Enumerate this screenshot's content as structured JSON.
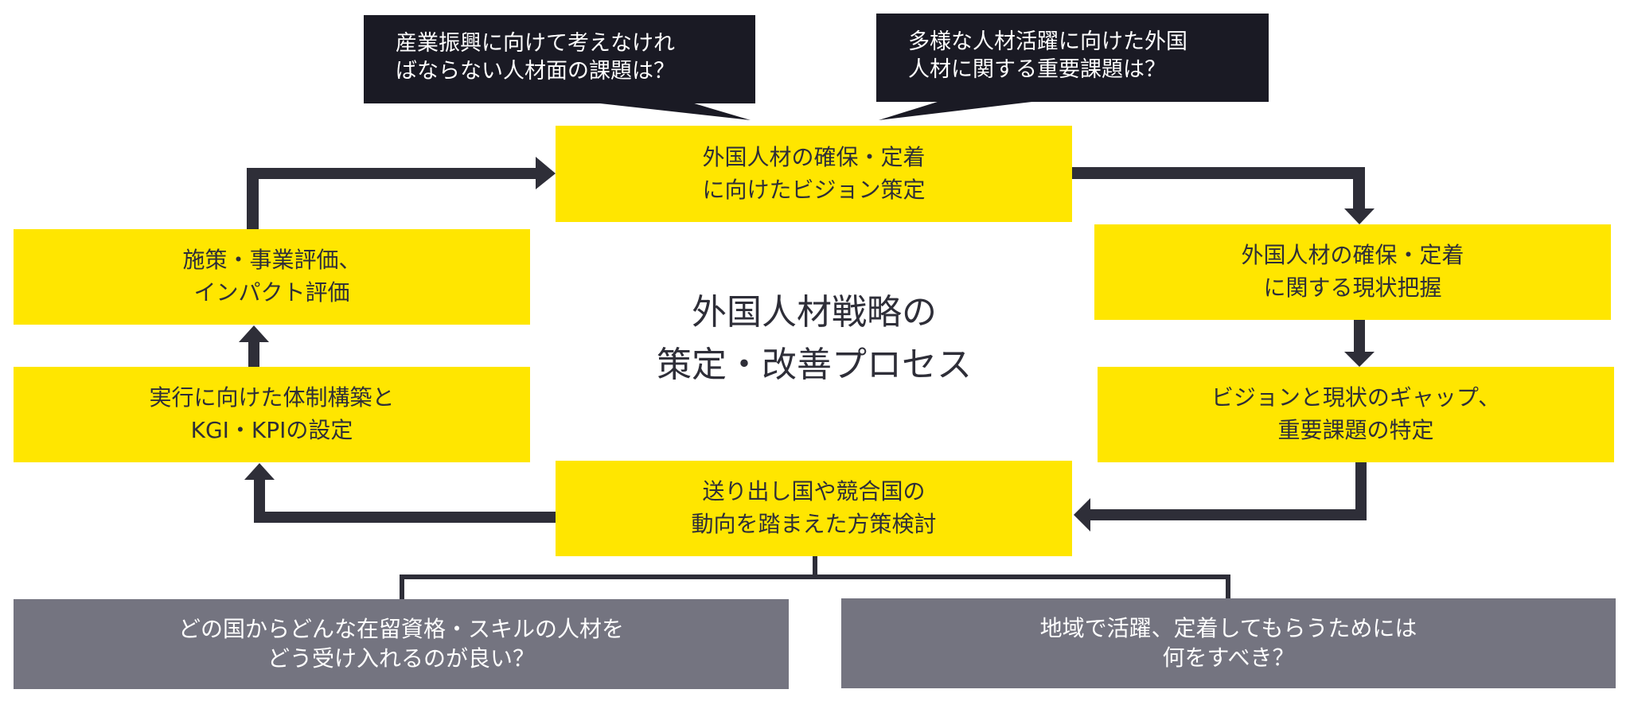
{
  "colors": {
    "yellow": "#FFE600",
    "dark": "#2E2E38",
    "callout": "#1A1A24",
    "gray": "#747480"
  },
  "title": {
    "line1": "外国人材戦略の",
    "line2": "策定・改善プロセス"
  },
  "callouts": [
    {
      "line1": "産業振興に向けて考えなけれ",
      "line2": "ばならない人材面の課題は？"
    },
    {
      "line1": "多様な人材活躍に向けた外国",
      "line2": "人材に関する重要課題は？"
    }
  ],
  "steps": {
    "vision": {
      "line1": "外国人材の確保・定着",
      "line2": "に向けたビジョン策定"
    },
    "current_state": {
      "line1": "外国人材の確保・定着",
      "line2": "に関する現状把握"
    },
    "gap": {
      "line1": "ビジョンと現状のギャップ、",
      "line2": "重要課題の特定"
    },
    "policy": {
      "line1": "送り出し国や競合国の",
      "line2": "動向を踏まえた方策検討"
    },
    "structure": {
      "line1": "実行に向けた体制構築と",
      "line2": "KGI・KPIの設定"
    },
    "evaluation": {
      "line1": "施策・事業評価、",
      "line2": "インパクト評価"
    }
  },
  "questions": [
    {
      "line1": "どの国からどんな在留資格・スキルの人材を",
      "line2": "どう受け入れるのが良い？"
    },
    {
      "line1": "地域で活躍、定着してもらうためには",
      "line2": "何をすべき？"
    }
  ]
}
